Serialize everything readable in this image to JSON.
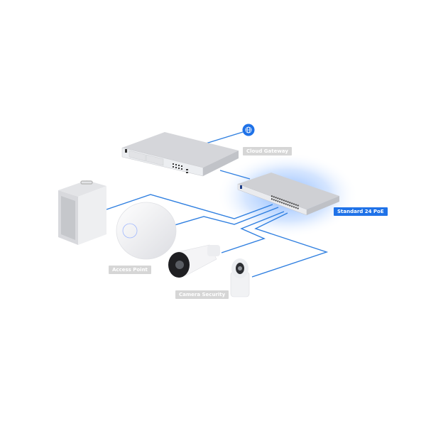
{
  "labels": {
    "cloud_gateway": "Cloud Gateway",
    "switch": "Standard 24 PoE",
    "access_point": "Access Point",
    "camera_security": "Camera Security"
  },
  "colors": {
    "link": "#2f7fe0",
    "highlight_label": "#1f72e8",
    "label_grey": "#d6d6d6",
    "globe": "#1f72e8"
  },
  "icons": [
    "globe-icon"
  ]
}
